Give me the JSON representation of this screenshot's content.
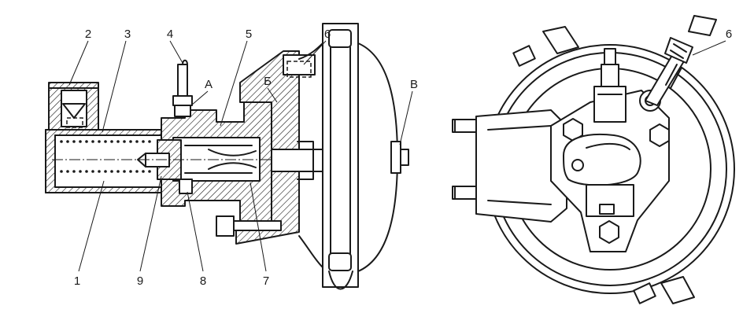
{
  "callouts": {
    "n1": "1",
    "n2": "2",
    "n3": "3",
    "n4": "4",
    "n5": "5",
    "n6_left": "6",
    "n6_right": "6",
    "n7": "7",
    "n8": "8",
    "n9": "9",
    "a": "А",
    "b": "Б",
    "v": "В"
  },
  "colors": {
    "line": "#1a1a1a",
    "background": "#ffffff"
  }
}
